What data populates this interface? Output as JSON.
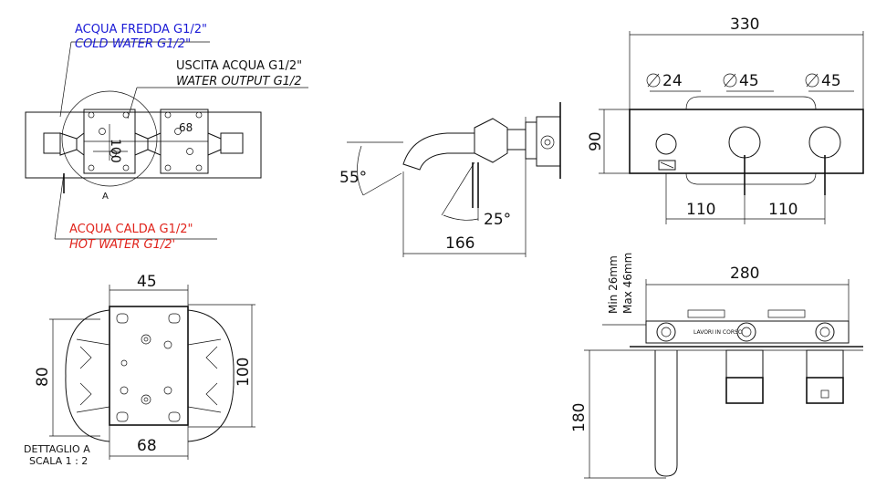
{
  "colors": {
    "blue": "#1a1ad6",
    "red": "#e0231b",
    "ink": "#111111"
  },
  "labels": {
    "cold_it": "ACQUA FREDDA G1/2\"",
    "cold_en": "COLD WATER G1/2\"",
    "out_it": "USCITA ACQUA G1/2\"",
    "out_en": "WATER OUTPUT G1/2",
    "hot_it": "ACQUA CALDA G1/2\"",
    "hot_en": "HOT WATER G1/2'",
    "detail_ref": "A",
    "detail_title": "DETTAGLIO A",
    "detail_scale": "SCALA 1 : 2",
    "min_depth": "Min 26mm",
    "max_depth": "Max 46mm"
  },
  "dimensions": {
    "front_overlay_100": "100",
    "front_overlay_68": "68",
    "angle_55": "55°",
    "angle_25": "25°",
    "side_166": "166",
    "total_330": "330",
    "dia_24": "24",
    "dia_45a": "45",
    "dia_45b": "45",
    "height_90": "90",
    "spacing_110a": "110",
    "spacing_110b": "110",
    "plate_45": "45",
    "plate_80": "80",
    "plate_100": "100",
    "plate_68": "68",
    "box_280": "280",
    "spout_180": "180"
  },
  "misc": {
    "box_text": "LAVORI IN CORSO"
  }
}
